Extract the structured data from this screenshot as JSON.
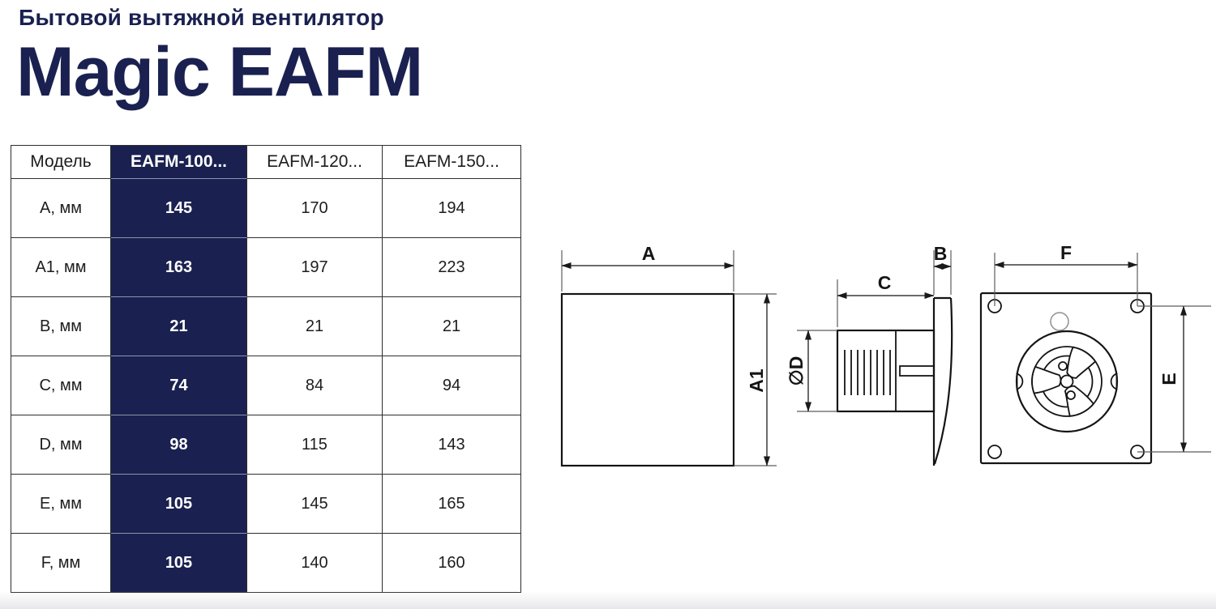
{
  "header": {
    "subtitle": "Бытовой вытяжной вентилятор",
    "title": "Magic EAFM"
  },
  "table": {
    "headers": [
      "Модель",
      "EAFM-100...",
      "EAFM-120...",
      "EAFM-150..."
    ],
    "highlight_value_index": 0,
    "rows": [
      {
        "label": "A, мм",
        "values": [
          "145",
          "170",
          "194"
        ]
      },
      {
        "label": "A1, мм",
        "values": [
          "163",
          "197",
          "223"
        ]
      },
      {
        "label": "B, мм",
        "values": [
          "21",
          "21",
          "21"
        ]
      },
      {
        "label": "C, мм",
        "values": [
          "74",
          "84",
          "94"
        ]
      },
      {
        "label": "D, мм",
        "values": [
          "98",
          "115",
          "143"
        ]
      },
      {
        "label": "E, мм",
        "values": [
          "105",
          "145",
          "165"
        ]
      },
      {
        "label": "F, мм",
        "values": [
          "105",
          "140",
          "160"
        ]
      }
    ]
  },
  "drawings": {
    "labels": {
      "a": "A",
      "a1": "A1",
      "b": "B",
      "c": "C",
      "d": "∅D",
      "e": "E",
      "f": "F"
    }
  },
  "colors": {
    "accent": "#1a2150",
    "line": "#141414"
  }
}
